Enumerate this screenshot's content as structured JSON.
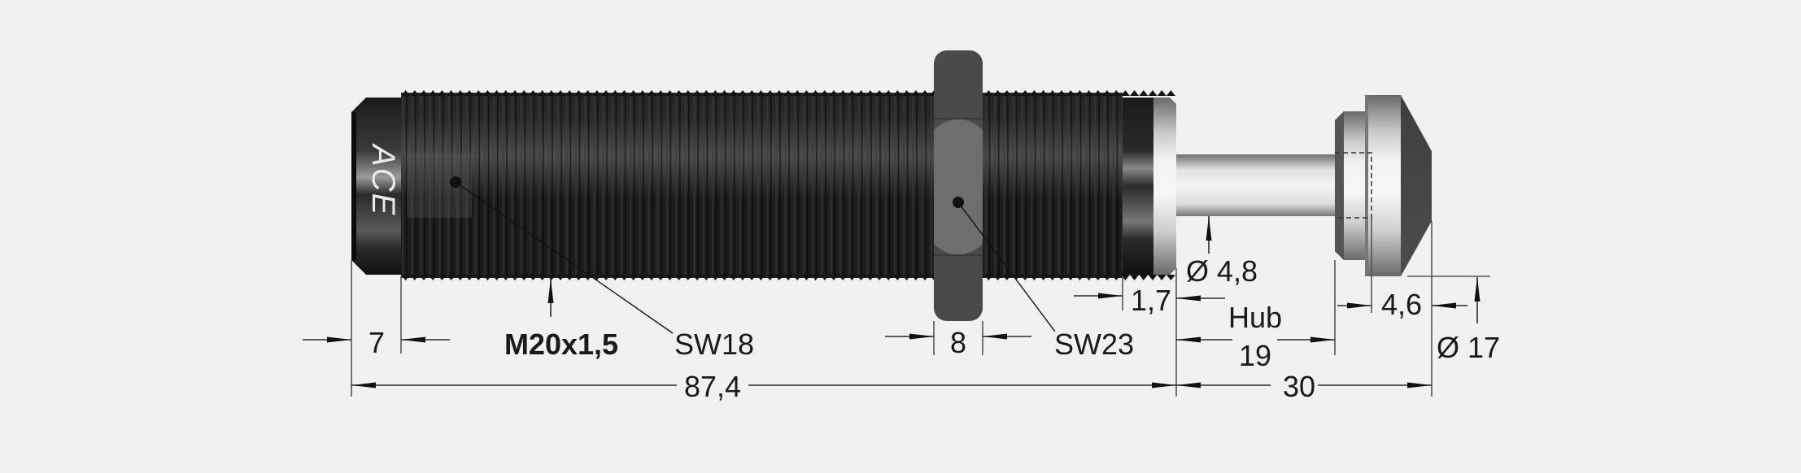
{
  "drawing": {
    "subject": "Shock absorber dimension drawing",
    "logo_text": "ACE",
    "background_color": "#f0f1f0",
    "body_color": "#1c1c1c",
    "nut_color": "#4a4a4a",
    "steel_color": "#b5b5b5"
  },
  "dimensions": {
    "end_cap_length": "7",
    "thread_spec": "M20x1,5",
    "wrench_size_body": "SW18",
    "nut_width": "8",
    "wrench_size_nut": "SW23",
    "collar_length": "1,7",
    "rod_diameter": "Ø 4,8",
    "stroke_label": "Hub",
    "stroke_value": "19",
    "button_length": "4,6",
    "button_diameter": "Ø 17",
    "overall_length": "87,4",
    "extended_length": "30"
  }
}
